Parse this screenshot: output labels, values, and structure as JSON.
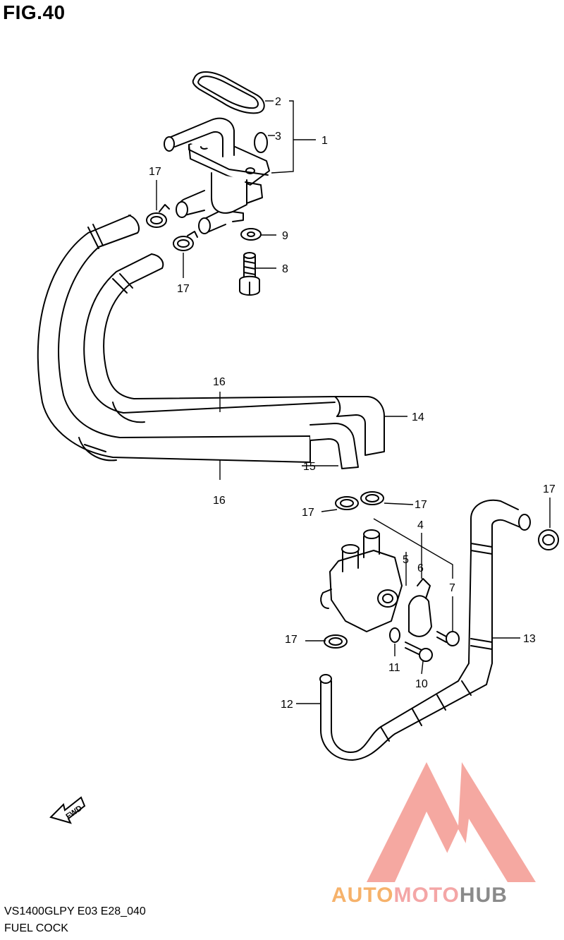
{
  "figure": {
    "title": "FIG.40"
  },
  "callouts": [
    "1",
    "2",
    "3",
    "4",
    "5",
    "6",
    "7",
    "8",
    "9",
    "10",
    "11",
    "12",
    "13",
    "14",
    "15",
    "16",
    "17"
  ],
  "part_labels": {
    "p1": "1",
    "p2": "2",
    "p3": "3",
    "p4": "4",
    "p5": "5",
    "p6": "6",
    "p7": "7",
    "p8": "8",
    "p9": "9",
    "p10": "10",
    "p11": "11",
    "p12": "12",
    "p13": "13",
    "p14": "14",
    "p15": "15",
    "p16": "16",
    "p17": "17"
  },
  "fwd_label": "FWD",
  "footer": {
    "model_code": "VS1400GLPY E03 E28_040",
    "section_name": "FUEL COCK"
  },
  "watermark": {
    "auto": "AUTO",
    "moto": "MOTO",
    "hub": "HUB",
    "colors": {
      "triangle": "#f28b82",
      "auto": "#f6b26b",
      "hub": "#8a8a8a"
    }
  }
}
